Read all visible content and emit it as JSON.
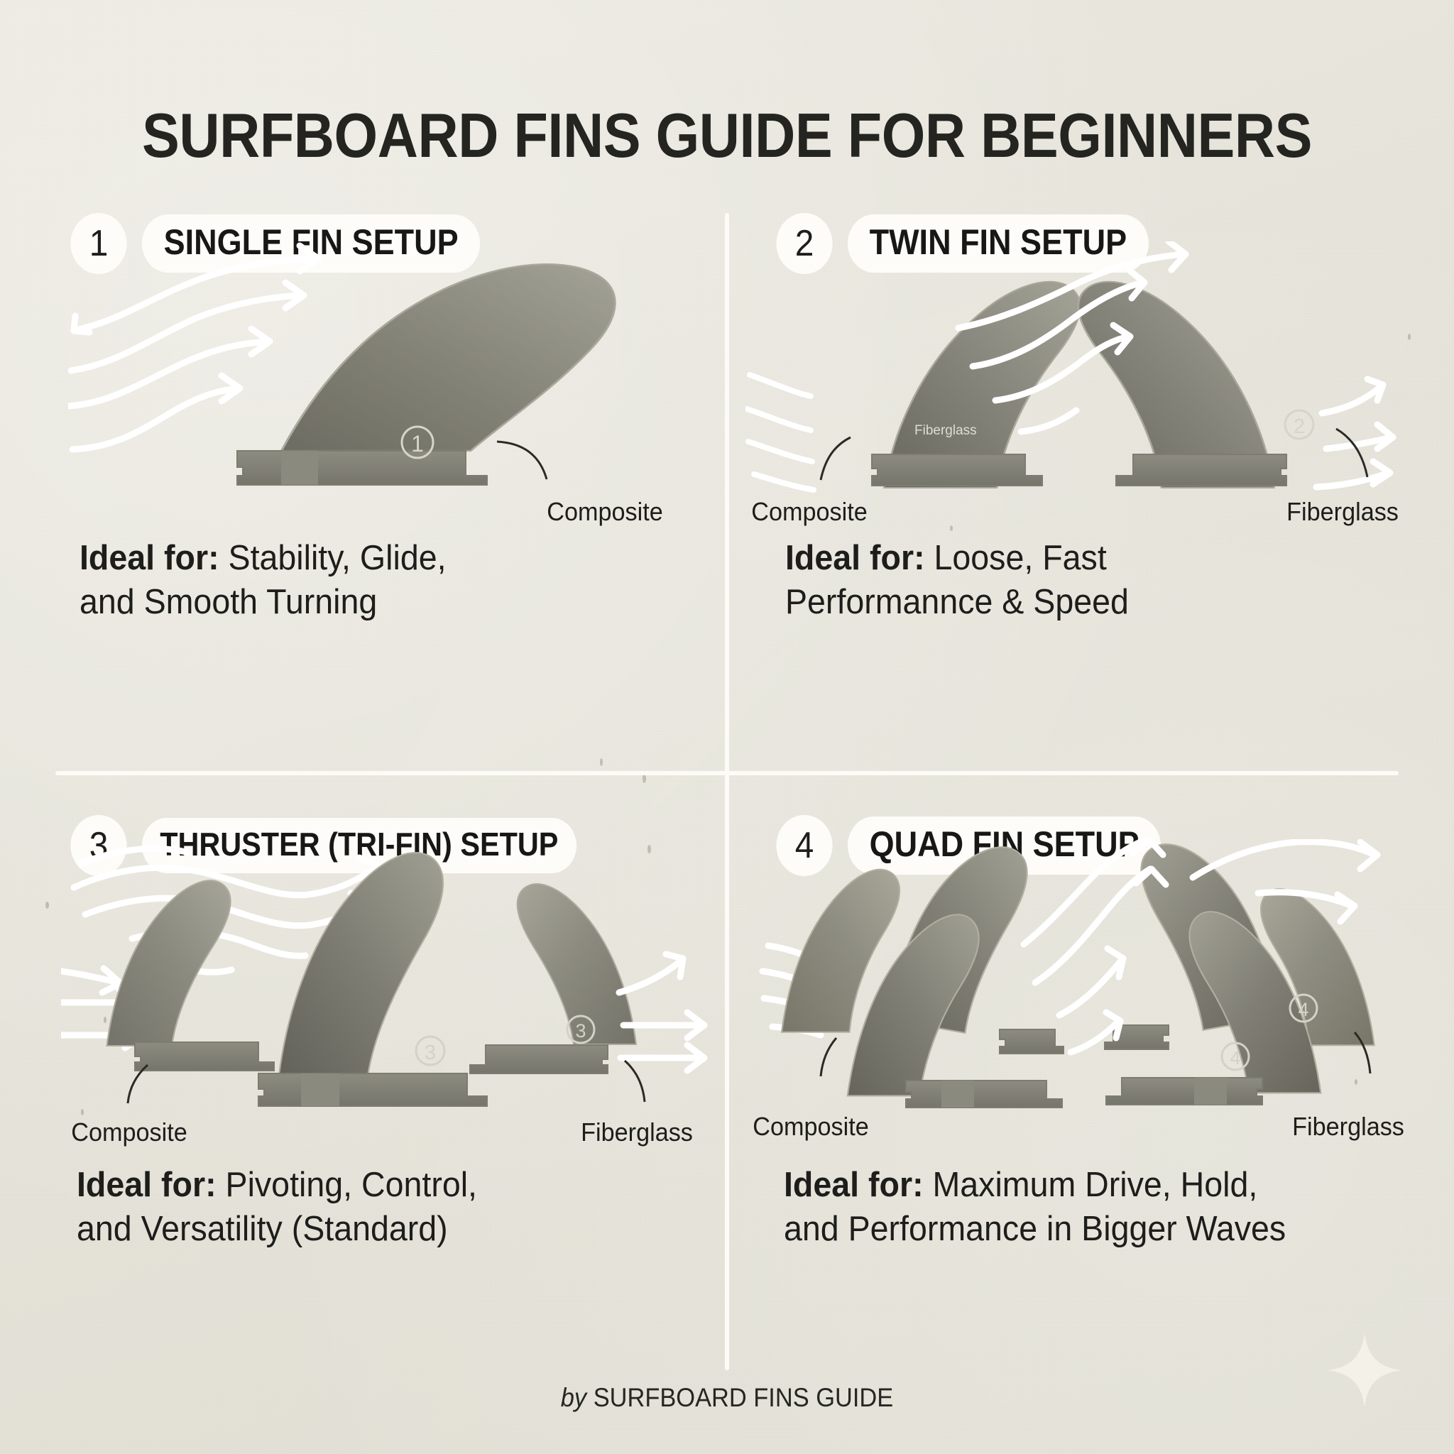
{
  "header": {
    "title": "SURFBOARD FINS GUIDE FOR BEGINNERS"
  },
  "footer": {
    "by": "by",
    "brand": "SURFBOARD FINS GUIDE",
    "sparkle_icon": "sparkle-icon"
  },
  "theme": {
    "background": "#e6e4da",
    "card": "#fdfcf8",
    "ink": "#1d1d1b",
    "fin_light": "#9a998d",
    "fin_dark": "#6f6e64",
    "flow_arrow": "#ffffff"
  },
  "panels": [
    {
      "number": "1",
      "title": "SINGLE FIN SETUP",
      "ideal_label": "Ideal for:",
      "ideal_line1": "Stability, Glide,",
      "ideal_line2": "and Smooth Turning",
      "fin_count": 1,
      "marker": "①",
      "materials": [
        {
          "name": "Composite",
          "side": "right"
        }
      ],
      "on_fin_text": ""
    },
    {
      "number": "2",
      "title": "TWIN FIN SETUP",
      "ideal_label": "Ideal for:",
      "ideal_line1": "Loose, Fast",
      "ideal_line2": "Performannce & Speed",
      "fin_count": 2,
      "marker": "②",
      "materials": [
        {
          "name": "Composite",
          "side": "left"
        },
        {
          "name": "Fiberglass",
          "side": "right"
        }
      ],
      "on_fin_text": "Fiberglass"
    },
    {
      "number": "3",
      "title": "THRUSTER (TRI-FIN) SETUP",
      "ideal_label": "Ideal for:",
      "ideal_line1": "Pivoting, Control,",
      "ideal_line2": "and Versatility (Standard)",
      "fin_count": 3,
      "marker": "③",
      "materials": [
        {
          "name": "Composite",
          "side": "left"
        },
        {
          "name": "Fiberglass",
          "side": "right"
        }
      ],
      "on_fin_text": ""
    },
    {
      "number": "4",
      "title": "QUAD FIN SETUP",
      "ideal_label": "Ideal for:",
      "ideal_line1": "Maximum Drive, Hold,",
      "ideal_line2": "and Performance in Bigger Waves",
      "fin_count": 4,
      "marker": "④",
      "materials": [
        {
          "name": "Composite",
          "side": "left"
        },
        {
          "name": "Fiberglass",
          "side": "right"
        }
      ],
      "on_fin_text": ""
    }
  ]
}
